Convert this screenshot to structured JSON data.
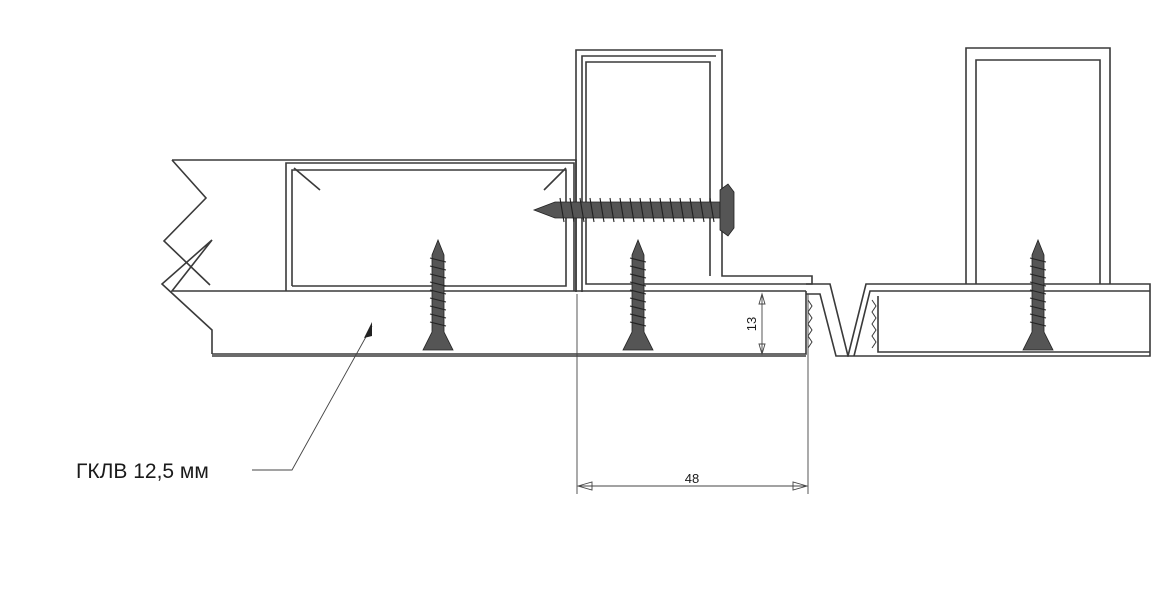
{
  "labels": {
    "board": "ГКЛВ 12,5 мм",
    "dim_width": "48",
    "dim_thickness": "13"
  },
  "colors": {
    "line": "#3a3a3a",
    "screw": "#555555",
    "background": "#ffffff"
  }
}
